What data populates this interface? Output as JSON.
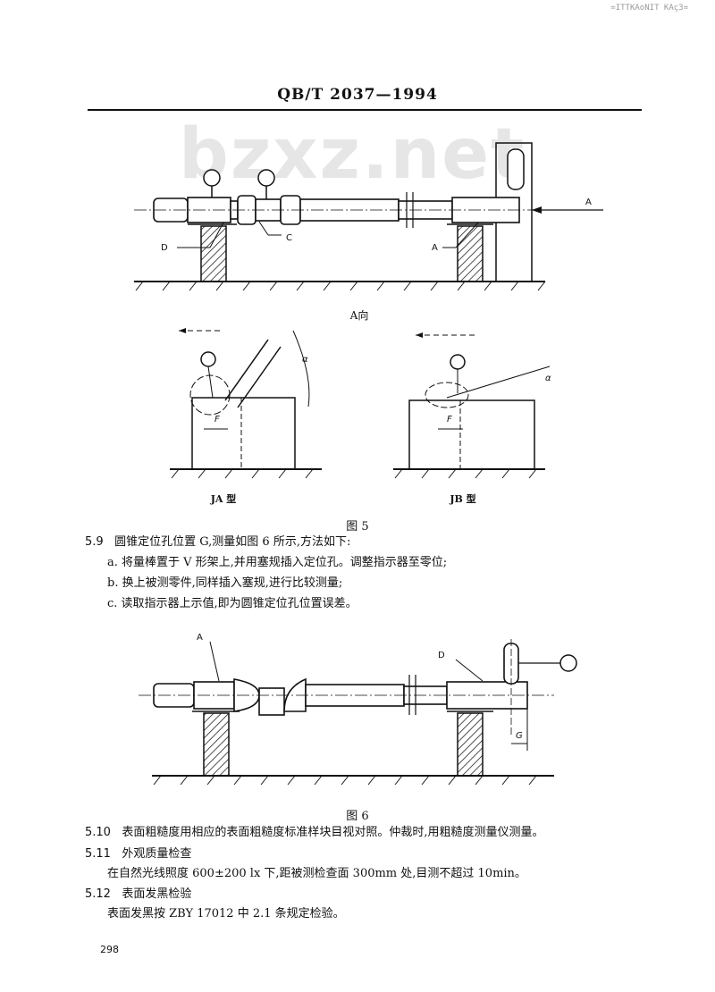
{
  "header": {
    "corner_note": "=ITTKAoNIT KAç3=",
    "standard_code": "QB/T 2037—1994",
    "watermark": "bzxz.net"
  },
  "figure5": {
    "top_labels": {
      "d": "D",
      "c": "C",
      "a": "A",
      "a_arrow": "A"
    },
    "view_caption": "A向",
    "ja": {
      "alpha": "α",
      "f": "F",
      "caption": "JA 型"
    },
    "jb": {
      "alpha": "α",
      "f": "F",
      "caption": "JB 型"
    },
    "caption": "图 5"
  },
  "section_5_9": {
    "number": "5.9",
    "text": "圆锥定位孔位置 G,测量如图 6 所示,方法如下:",
    "steps": [
      "a. 将量棒置于 V 形架上,并用塞规插入定位孔。调整指示器至零位;",
      "b. 换上被测零件,同样插入塞规,进行比较测量;",
      "c. 读取指示器上示值,即为圆锥定位孔位置误差。"
    ]
  },
  "figure6": {
    "labels": {
      "a": "A",
      "d": "D",
      "g": "G"
    },
    "caption": "图 6"
  },
  "sections": [
    {
      "number": "5.10",
      "text": "表面粗糙度用相应的表面粗糙度标准样块目视对照。仲裁时,用粗糙度测量仪测量。"
    },
    {
      "number": "5.11",
      "text": "外观质量检查",
      "detail": "在自然光线照度 600±200 lx 下,距被测检查面 300mm 处,目测不超过 10min。"
    },
    {
      "number": "5.12",
      "text": "表面发黑检验",
      "detail": "表面发黑按 ZBY 17012 中 2.1 条规定检验。"
    }
  ],
  "page_number": "298"
}
